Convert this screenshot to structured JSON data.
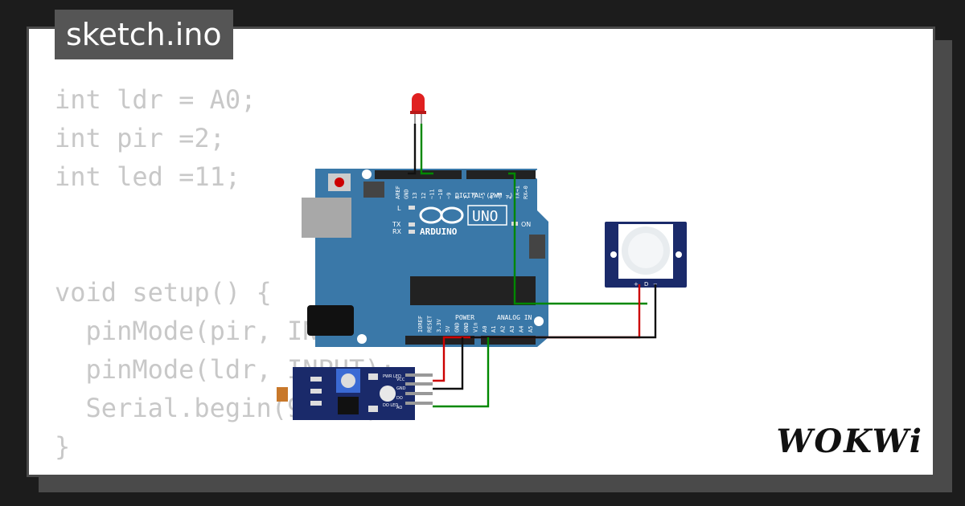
{
  "file_tab": {
    "label": "sketch.ino"
  },
  "code_lines": [
    "int ldr = A0;",
    "int pir =2;",
    "int led =11;",
    "",
    "",
    "void setup() {",
    "  pinMode(pir, INPUT);",
    "  pinMode(ldr, INPUT);",
    "  Serial.begin(9600);",
    "}"
  ],
  "board": {
    "model": "UNO",
    "brand": "ARDUINO",
    "digital_label": "DIGITAL (PWM ~)",
    "analog_label": "ANALOG IN",
    "power_label": "POWER",
    "on_label": "ON",
    "tx_label": "TX",
    "rx_label": "RX",
    "l_label": "L",
    "pin_labels_top": [
      "AREF",
      "GND",
      "13",
      "12",
      "~11",
      "~10",
      "~9",
      "8",
      "7",
      "~6",
      "~5",
      "4",
      "~3",
      "2",
      "TX→1",
      "RX←0"
    ],
    "pin_labels_bottom": [
      "IOREF",
      "RESET",
      "3.3V",
      "5V",
      "GND",
      "GND",
      "Vin",
      "A0",
      "A1",
      "A2",
      "A3",
      "A4",
      "A5"
    ]
  },
  "pir_sensor": {
    "pin_labels": [
      "+",
      "D",
      "−"
    ]
  },
  "ldr_module": {
    "pin_labels": [
      "VCC",
      "GND",
      "DO",
      "AO"
    ],
    "led_labels": [
      "PWR LED",
      "DO LED"
    ]
  },
  "logo": {
    "text": "WOKWi"
  },
  "colors": {
    "background": "#1c1c1c",
    "card": "#ffffff",
    "tab": "#555555",
    "code_text": "#c8c8c8",
    "arduino_blue": "#3a78a8",
    "wire_red": "#cc0000",
    "wire_black": "#111111",
    "wire_green": "#008800"
  }
}
